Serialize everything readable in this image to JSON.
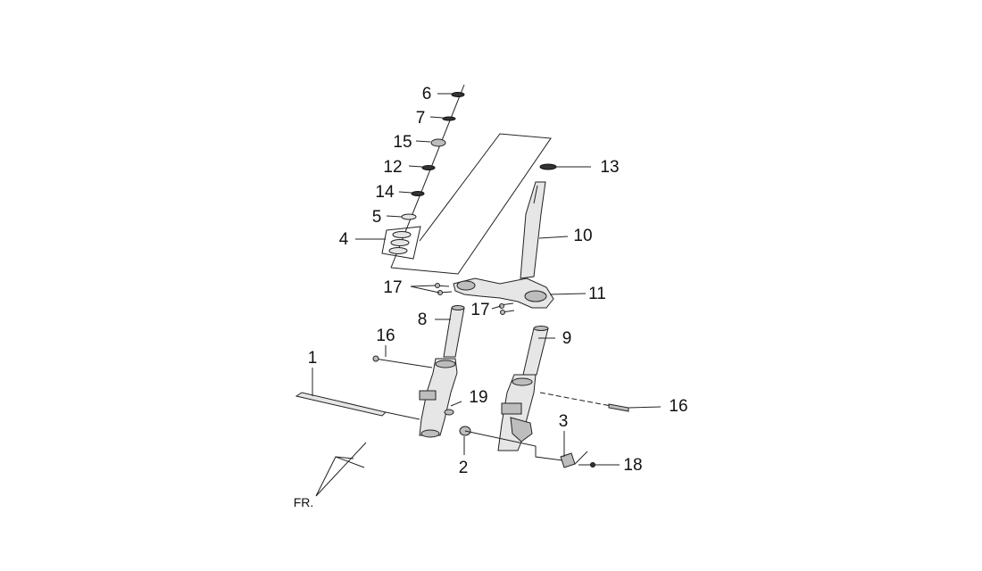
{
  "callouts": {
    "c1": "1",
    "c2": "2",
    "c3": "3",
    "c4": "4",
    "c5": "5",
    "c6": "6",
    "c7": "7",
    "c8": "8",
    "c9": "9",
    "c10": "10",
    "c11": "11",
    "c12": "12",
    "c13": "13",
    "c14": "14",
    "c15": "15",
    "c16a": "16",
    "c16b": "16",
    "c17a": "17",
    "c17b": "17",
    "c18": "18",
    "c19": "19"
  },
  "direction_label": "FR."
}
